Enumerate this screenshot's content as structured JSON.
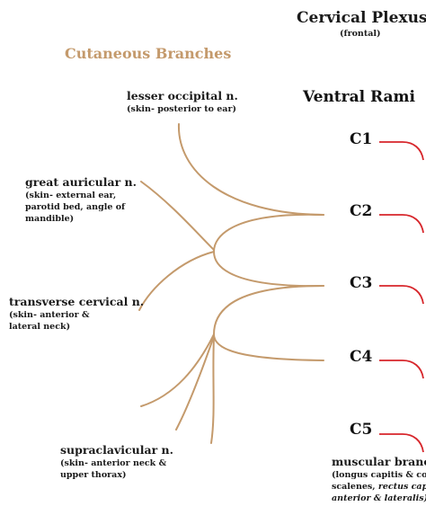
{
  "header": {
    "title": "Cervical Plexus",
    "subtitle": "(frontal)"
  },
  "sections": {
    "cutaneous": "Cutaneous Branches",
    "ventral": "Ventral Rami"
  },
  "spinal_nerves": [
    "C1",
    "C2",
    "C3",
    "C4",
    "C5"
  ],
  "cutaneous_branches": [
    {
      "name": "lesser occipital n.",
      "desc": [
        "(skin- posterior to ear)"
      ]
    },
    {
      "name": "great auricular n.",
      "desc": [
        "(skin- external ear,",
        "parotid bed, angle of",
        "mandible)"
      ]
    },
    {
      "name": "transverse cervical n.",
      "desc": [
        "(skin- anterior &",
        "lateral neck)"
      ]
    },
    {
      "name": "supraclavicular n.",
      "desc": [
        "(skin- anterior neck &",
        "upper thorax)"
      ]
    }
  ],
  "muscular": {
    "name": "muscular branc",
    "desc_line1": "(longus capitis & co",
    "desc_line2_a": "scalenes, ",
    "desc_line2_b": "rectus cap",
    "desc_line3_a": "anterior & lateralis)"
  },
  "colors": {
    "nerve_tan": "#c49a6c",
    "rami_red": "#d7262b",
    "text": "#1a1a1a"
  }
}
